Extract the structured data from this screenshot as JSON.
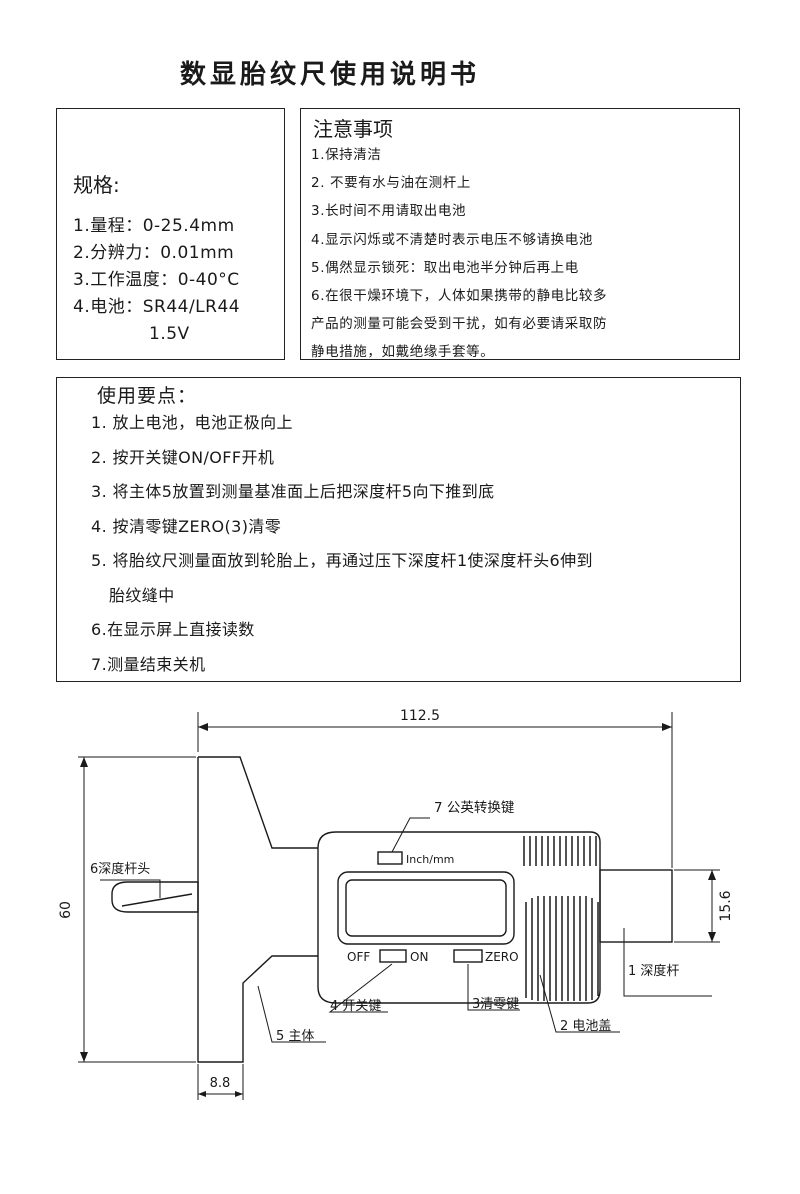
{
  "title": "数显胎纹尺使用说明书",
  "specs": {
    "heading": "规格:",
    "items": [
      "1.量程：0-25.4mm",
      "2.分辨力：0.01mm",
      "3.工作温度：0-40°C",
      "4.电池：SR44/LR44",
      "1.5V"
    ]
  },
  "notes": {
    "heading": "注意事项",
    "items": [
      "1.保持清洁",
      "2. 不要有水与油在测杆上",
      "3.长时间不用请取出电池",
      "4.显示闪烁或不清楚时表示电压不够请换电池",
      "5.偶然显示锁死：取出电池半分钟后再上电",
      "6.在很干燥环境下，人体如果携带的静电比较多",
      "产品的测量可能会受到干扰，如有必要请采取防",
      "静电措施，如戴绝缘手套等。"
    ]
  },
  "usage": {
    "heading": "使用要点：",
    "items": [
      "1. 放上电池，电池正极向上",
      "2. 按开关键ON/OFF开机",
      "3. 将主体5放置到测量基准面上后把深度杆5向下推到底",
      "4. 按清零键ZERO(3)清零",
      "5. 将胎纹尺测量面放到轮胎上，再通过压下深度杆1使深度杆头6伸到",
      "胎纹缝中",
      "6.在显示屏上直接读数",
      "7.测量结束关机"
    ]
  },
  "diagram": {
    "dim_length": "112.5",
    "dim_height": "60",
    "dim_rod": "15.6",
    "dim_base": "8.8",
    "labels": {
      "unit_key": "7 公英转换键",
      "unit_button": "Inch/mm",
      "probe_tip": "6深度杆头",
      "off": "OFF",
      "on": "ON",
      "zero": "ZERO",
      "depth_rod": "1 深度杆",
      "power_key": "4 开关键",
      "zero_key": "3清零键",
      "battery_cover": "2 电池盖",
      "main_body": "5 主体"
    }
  }
}
